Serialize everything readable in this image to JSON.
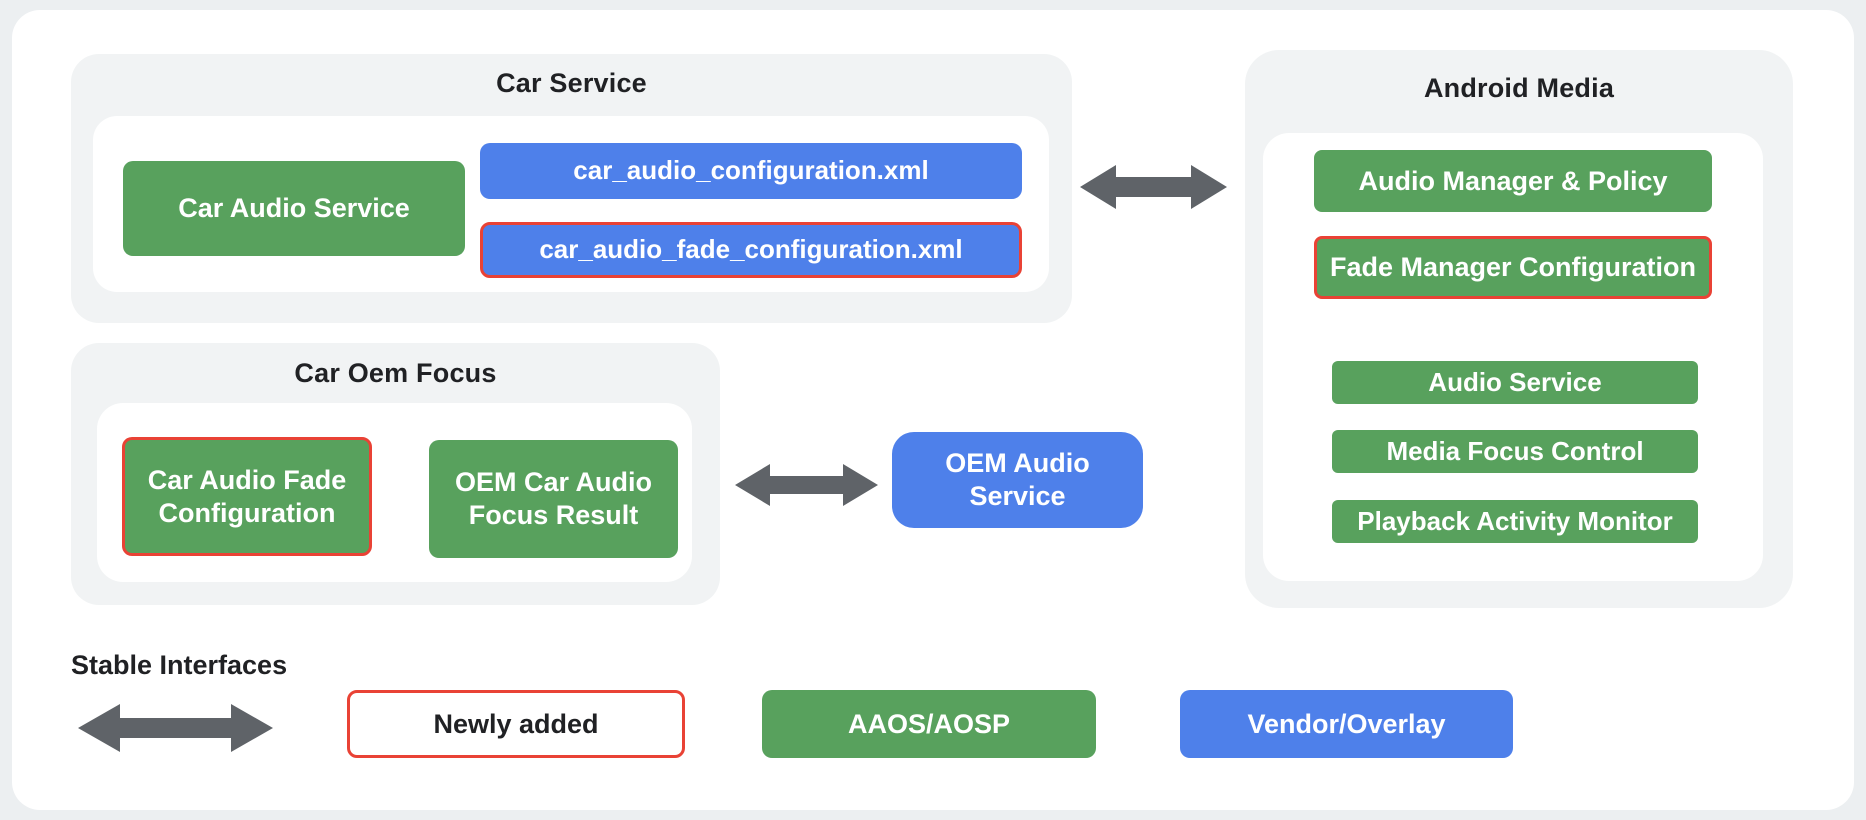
{
  "colors": {
    "green": "#58a15d",
    "blue": "#4e80ea",
    "red": "#e94235",
    "arrow_gray": "#5f6368",
    "container_gray": "#f1f3f4",
    "page_bg": "#eceff1",
    "card_bg": "#ffffff",
    "title_text": "#202124"
  },
  "diagram": {
    "car_service": {
      "title": "Car Service",
      "car_audio_service": "Car Audio Service",
      "config_xml": "car_audio_configuration.xml",
      "fade_config_xml": "car_audio_fade_configuration.xml"
    },
    "android_media": {
      "title": "Android Media",
      "audio_manager_policy": "Audio Manager & Policy",
      "fade_manager_configuration": "Fade Manager Configuration",
      "audio_service": "Audio Service",
      "media_focus_control": "Media Focus Control",
      "playback_activity_monitor": "Playback Activity Monitor"
    },
    "car_oem_focus": {
      "title": "Car Oem Focus",
      "car_audio_fade_configuration": "Car Audio Fade Configuration",
      "oem_car_audio_focus_result": "OEM Car Audio Focus Result"
    },
    "oem_audio_service": "OEM Audio Service"
  },
  "legend": {
    "stable_interfaces": "Stable Interfaces",
    "newly_added": "Newly added",
    "aaos_aosp": "AAOS/AOSP",
    "vendor_overlay": "Vendor/Overlay"
  }
}
